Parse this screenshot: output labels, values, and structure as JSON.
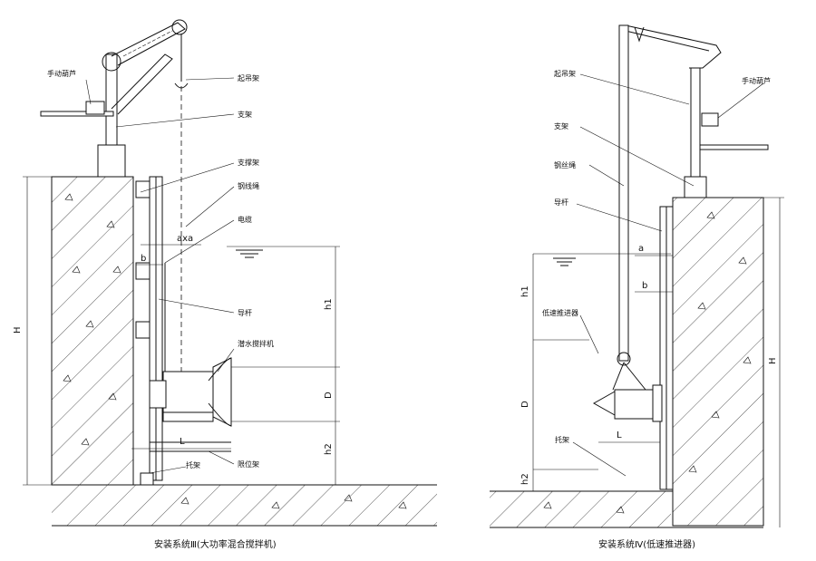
{
  "left": {
    "labels": {
      "hoist": "手动葫芦",
      "crane": "起吊架",
      "support": "支架",
      "brace": "支撑架",
      "rope": "钢线绳",
      "cable": "电缆",
      "guide_rod": "导杆",
      "mixer": "潜水搅拌机",
      "bracket": "托架",
      "limit_frame": "限位架"
    },
    "dims": {
      "axa": "axa",
      "b": "b",
      "h1": "h1",
      "D": "D",
      "h2": "h2",
      "L": "L",
      "H": "H"
    },
    "caption": "安装系统Ⅲ(大功率混合搅拌机)"
  },
  "right": {
    "labels": {
      "crane": "起吊架",
      "hoist": "手动葫芦",
      "support": "支架",
      "rope": "钢丝绳",
      "guide_rod": "导杆",
      "propeller": "低速推进器",
      "bracket": "托架"
    },
    "dims": {
      "a": "a",
      "b": "b",
      "h1": "h1",
      "D": "D",
      "L": "L",
      "h2": "h2",
      "H": "H"
    },
    "caption": "安装系统Ⅳ(低速推进器)"
  }
}
